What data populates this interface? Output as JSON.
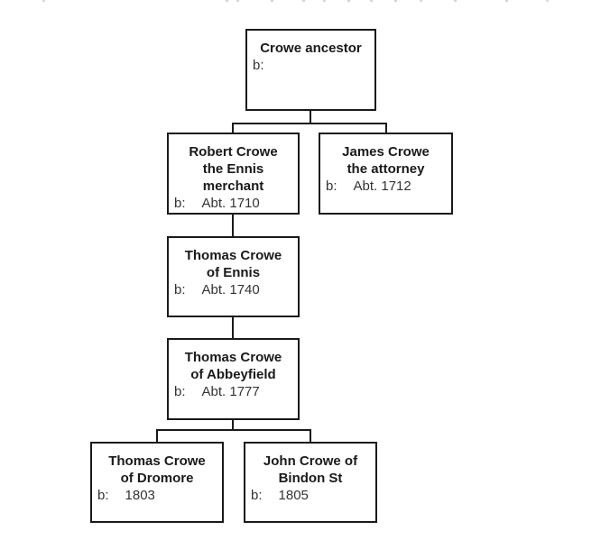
{
  "diagram": {
    "kind": "family-tree",
    "colors": {
      "background": "#ffffff",
      "box_border": "#1a1a1a",
      "connector_line": "#1a1a1a",
      "name_text": "#1a1a1a",
      "birth_text": "#333333"
    }
  },
  "nodes": [
    {
      "id": "crowe-ancestor",
      "name": "Crowe ancestor",
      "birth_label": "b:",
      "birth_value": ""
    },
    {
      "id": "robert-crowe-ennis",
      "name": "Robert Crowe\nthe Ennis\nmerchant",
      "birth_label": "b:",
      "birth_value": "Abt. 1710"
    },
    {
      "id": "james-crowe-attorney",
      "name": "James Crowe\nthe attorney",
      "birth_label": "b:",
      "birth_value": "Abt. 1712"
    },
    {
      "id": "thomas-crowe-ennis",
      "name": "Thomas Crowe\nof Ennis",
      "birth_label": "b:",
      "birth_value": "Abt. 1740"
    },
    {
      "id": "thomas-crowe-abbeyfield",
      "name": "Thomas Crowe\nof Abbeyfield",
      "birth_label": "b:",
      "birth_value": "Abt. 1777"
    },
    {
      "id": "thomas-crowe-dromore",
      "name": "Thomas Crowe\nof Dromore",
      "birth_label": "b:",
      "birth_value": "1803"
    },
    {
      "id": "john-crowe-bindon-st",
      "name": "John Crowe of\nBindon St",
      "birth_label": "b:",
      "birth_value": "1805"
    }
  ],
  "edges": [
    {
      "from": "crowe-ancestor",
      "to": [
        "robert-crowe-ennis",
        "james-crowe-attorney"
      ]
    },
    {
      "from": "robert-crowe-ennis",
      "to": [
        "thomas-crowe-ennis"
      ]
    },
    {
      "from": "thomas-crowe-ennis",
      "to": [
        "thomas-crowe-abbeyfield"
      ]
    },
    {
      "from": "thomas-crowe-abbeyfield",
      "to": [
        "thomas-crowe-dromore",
        "john-crowe-bindon-st"
      ]
    }
  ]
}
